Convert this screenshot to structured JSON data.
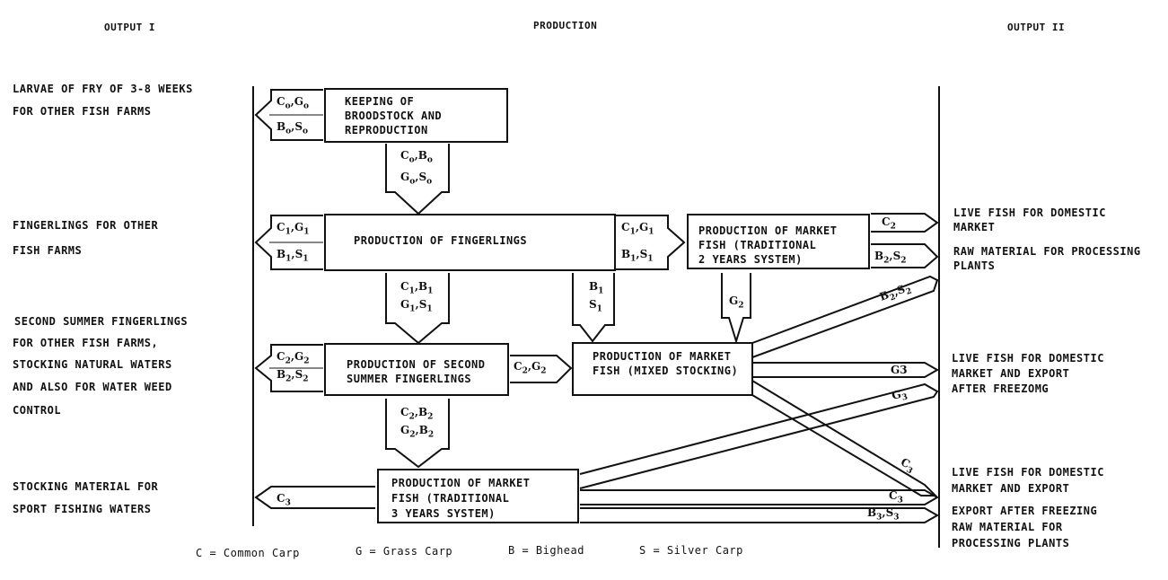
{
  "headers": {
    "left": "OUTPUT I",
    "center": "PRODUCTION",
    "right": "OUTPUT II"
  },
  "left_outputs": {
    "larvae_1": "LARVAE OF FRY OF 3-8  WEEKS",
    "larvae_2": "FOR OTHER FISH FARMS",
    "fingerlings_1": "FINGERLINGS FOR OTHER",
    "fingerlings_2": "FISH FARMS",
    "second_1": "SECOND SUMMER FINGERLINGS",
    "second_2": "FOR OTHER FISH FARMS,",
    "second_3": "STOCKING NATURAL WATERS",
    "second_4": "AND ALSO FOR WATER WEED",
    "second_5": "CONTROL",
    "stocking_1": "STOCKING MATERIAL FOR",
    "stocking_2": "SPORT FISHING WATERS"
  },
  "boxes": {
    "broodstock_1": "KEEPING OF",
    "broodstock_2": "BROODSTOCK AND",
    "broodstock_3": "REPRODUCTION",
    "fingerlings": "PRODUCTION OF FINGERLINGS",
    "second_1": "PRODUCTION OF SECOND",
    "second_2": "SUMMER FINGERLINGS",
    "market_trad2_1": "PRODUCTION OF MARKET",
    "market_trad2_2": "FISH (TRADITIONAL",
    "market_trad2_3": "2 YEARS SYSTEM)",
    "market_mixed_1": "PRODUCTION OF MARKET",
    "market_mixed_2": "FISH (MIXED STOCKING)",
    "market_trad3_1": "PRODUCTION OF MARKET",
    "market_trad3_2": "FISH (TRADITIONAL",
    "market_trad3_3": "3 YEARS SYSTEM)"
  },
  "flow_labels": {
    "c": "C",
    "g": "G",
    "b": "B",
    "s": "S",
    "sub_0": "o",
    "sub_1": "1",
    "sub_2": "2",
    "sub_3": "3",
    "comma": ","
  },
  "right_outputs": {
    "live_domestic_1": "LIVE FISH FOR DOMESTIC",
    "live_domestic_2": "MARKET",
    "raw_1": "RAW MATERIAL FOR PROCESSING",
    "raw_2": "PLANTS",
    "live_export_1": "LIVE FISH FOR DOMESTIC",
    "live_export_2": "MARKET AND EXPORT",
    "live_export_3": "AFTER FREEZOMG",
    "live_export2_1": "LIVE FISH FOR DOMESTIC",
    "live_export2_2": "MARKET AND EXPORT",
    "export_1": "EXPORT AFTER FREEZING",
    "export_2": "RAW MATERIAL FOR",
    "export_3": "PROCESSING PLANTS"
  },
  "legend": {
    "common": "C  =  Common Carp",
    "grass": "G  =  Grass Carp",
    "bighead": "B  =  Bighead",
    "silver": "S  =  Silver Carp"
  }
}
